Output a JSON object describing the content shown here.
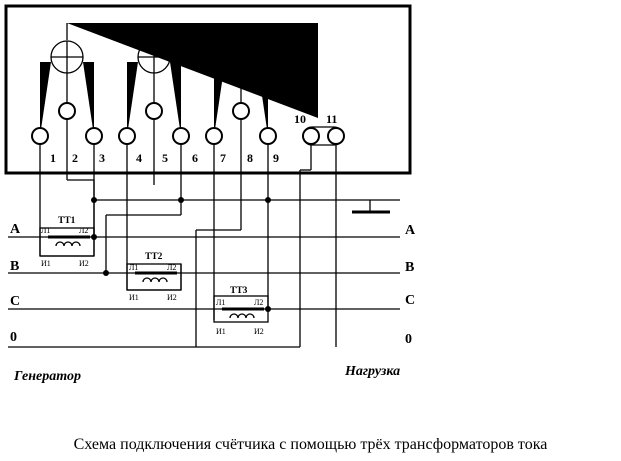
{
  "terminals": [
    "1",
    "2",
    "3",
    "4",
    "5",
    "6",
    "7",
    "8",
    "9",
    "10",
    "11"
  ],
  "buses": [
    {
      "left": "A",
      "right": "A"
    },
    {
      "left": "B",
      "right": "B"
    },
    {
      "left": "C",
      "right": "C"
    },
    {
      "left": "0",
      "right": "0"
    }
  ],
  "transformers": [
    {
      "name": "ТТ1",
      "l1": "Л1",
      "l2": "Л2",
      "i1": "И1",
      "i2": "И2"
    },
    {
      "name": "ТТ2",
      "l1": "Л1",
      "l2": "Л2",
      "i1": "И1",
      "i2": "И2"
    },
    {
      "name": "ТТ3",
      "l1": "Л1",
      "l2": "Л2",
      "i1": "И1",
      "i2": "И2"
    }
  ],
  "generator_label": "Генератор",
  "load_label": "Нагрузка",
  "caption": "Схема подключения счётчика с помощью трёх трансформаторов тока"
}
